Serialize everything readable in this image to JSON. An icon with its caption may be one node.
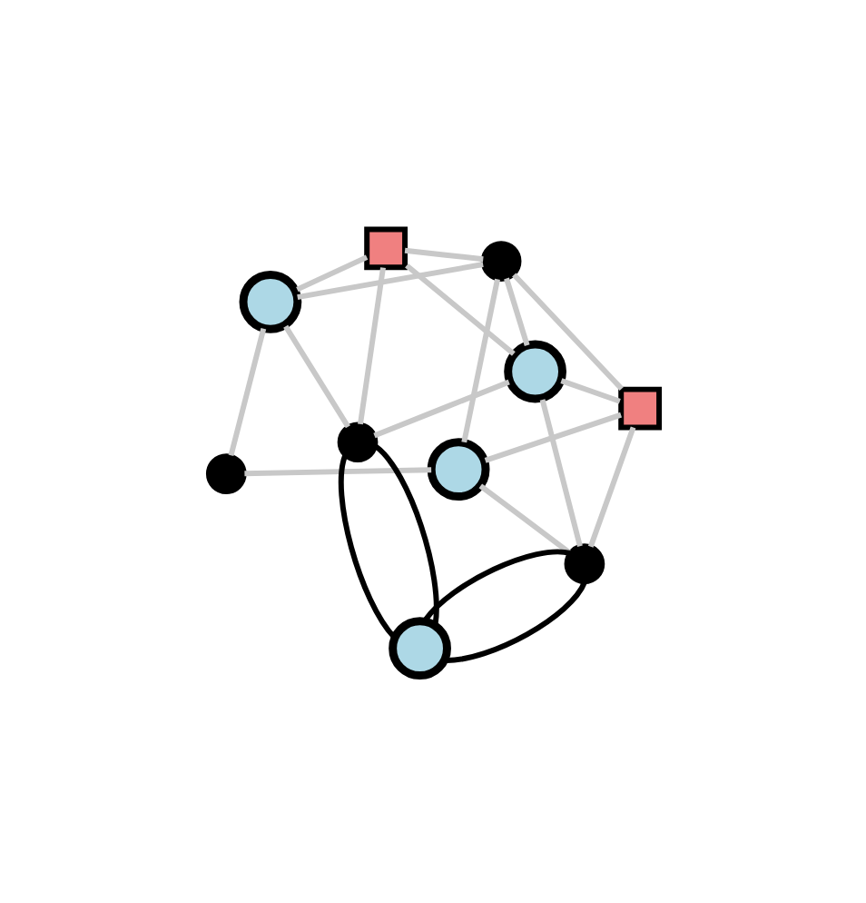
{
  "diagram": {
    "nodes": [
      {
        "text": [],
        "shape": "dot"
      },
      {
        "text": [],
        "shape": "circle"
      },
      {
        "text": [],
        "shape": "dot"
      },
      {
        "text": [],
        "shape": "circle"
      },
      {
        "text": [],
        "shape": "box"
      },
      {
        "text": [],
        "shape": "box"
      },
      {
        "text": [],
        "shape": "dot"
      },
      {
        "text": [],
        "shape": "circle"
      },
      {
        "text": [],
        "shape": "dot"
      },
      {
        "text": [],
        "shape": "circle"
      }
    ],
    "edges": [
      {
        "from": 0,
        "to": 1,
        "arrow": "none"
      },
      {
        "from": 0,
        "to": 3,
        "arrow": "none"
      },
      {
        "from": 1,
        "to": 2,
        "arrow": "none"
      },
      {
        "from": 2,
        "to": 3,
        "arrow": "none"
      },
      {
        "from": 1,
        "to": 4,
        "arrow": "none"
      },
      {
        "from": 4,
        "to": 7,
        "arrow": "none"
      },
      {
        "from": 1,
        "to": 6,
        "arrow": "none"
      },
      {
        "from": 2,
        "to": 4,
        "arrow": "none"
      },
      {
        "from": 4,
        "to": 6,
        "arrow": "none"
      },
      {
        "from": 2,
        "to": 7,
        "arrow": "none"
      },
      {
        "from": 2,
        "to": 5,
        "arrow": "none"
      },
      {
        "from": 5,
        "to": 8,
        "arrow": "none"
      },
      {
        "from": 3,
        "to": 5,
        "arrow": "none"
      },
      {
        "from": 5,
        "to": 7,
        "arrow": "none"
      },
      {
        "from": 3,
        "to": 8,
        "arrow": "none"
      },
      {
        "from": 6,
        "to": 7,
        "arrow": "none"
      },
      {
        "from": 7,
        "to": 8,
        "arrow": "none"
      },
      {
        "from": 6,
        "to": 9,
        "arrow": "none",
        "color": "#000000"
      },
      {
        "from": 6,
        "to": 9,
        "arrow": "none",
        "color": "#000000"
      },
      {
        "from": 8,
        "to": 9,
        "arrow": "none",
        "color": "#000000"
      },
      {
        "from": 8,
        "to": 9,
        "arrow": "none",
        "color": "#000000"
      }
    ]
  }
}
